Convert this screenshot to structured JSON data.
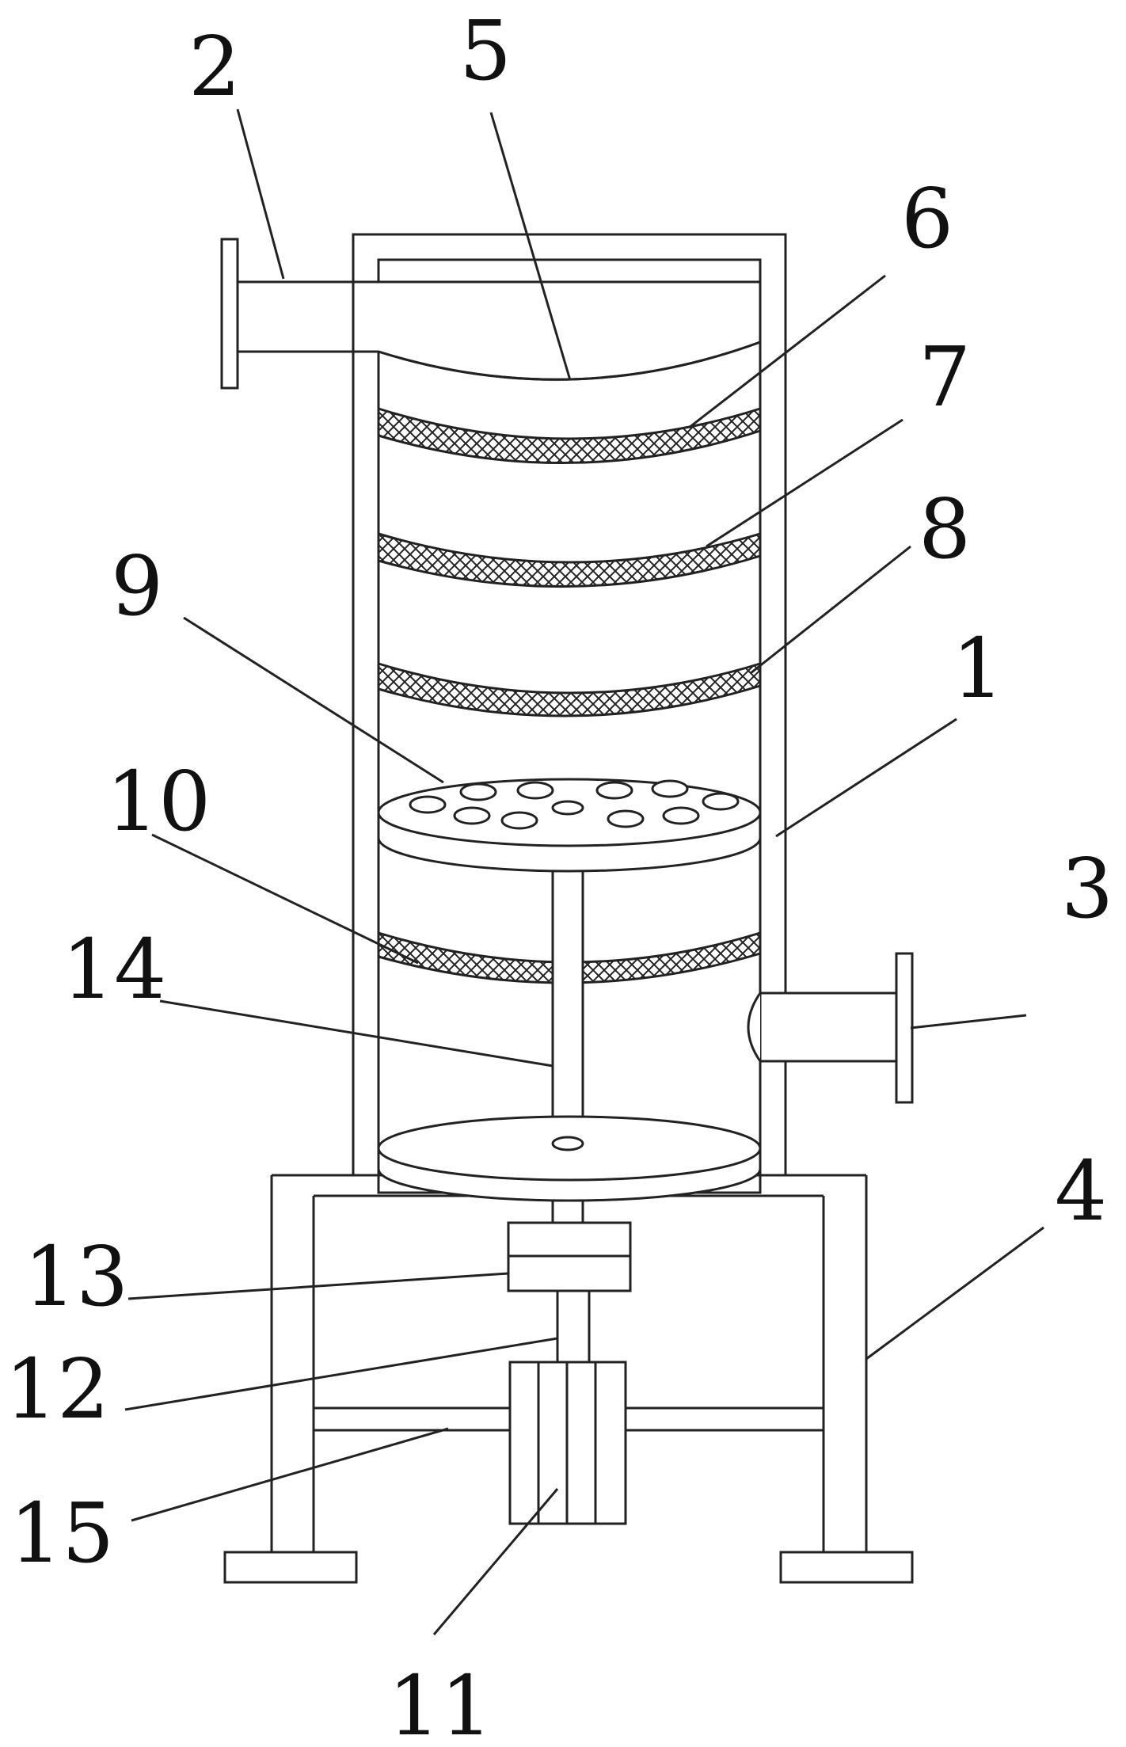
{
  "labels": {
    "tank_body": "1",
    "inlet_pipe": "2",
    "outlet_pipe": "3",
    "support_frame": "4",
    "top_baffle": "5",
    "filter_mesh_upper": "6",
    "filter_mesh_middle": "7",
    "filter_mesh_lower": "8",
    "perforated_plate": "9",
    "filter_mesh_bottom": "10",
    "motor": "11",
    "motor_shaft": "12",
    "coupling": "13",
    "rotating_shaft": "14",
    "cross_brace": "15"
  }
}
